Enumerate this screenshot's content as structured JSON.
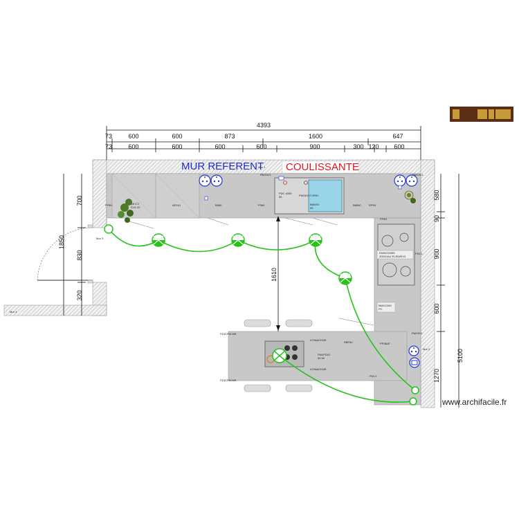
{
  "dimensions": {
    "total": "4393",
    "top_row1": [
      "73",
      "600",
      "600",
      "873",
      "1600",
      "647"
    ],
    "top_row2": [
      "73",
      "600",
      "600",
      "600",
      "600",
      "900",
      "300",
      "120",
      "600"
    ],
    "left": [
      "700",
      "830",
      "320"
    ],
    "left_outer": "1850",
    "right_inner": [
      "580",
      "90",
      "900",
      "600",
      "1270"
    ],
    "right_outer": "5100",
    "middle": "1610"
  },
  "labels": {
    "wall_referent": "MUR REFERENT",
    "sliding": "COULISSANTE",
    "watermark": "www.archifacile.fr"
  },
  "wall_names": {
    "mur1": "Mur 1",
    "mur2": "Mur 2",
    "mur3": "Mur 3",
    "mur4": "Mur 4"
  },
  "cabinet_codes": {
    "f1": "FP5H",
    "f2": "AE172",
    "f2b": "ELK-10",
    "f3": "AE110",
    "f4": "B560",
    "f5": "P360",
    "f6": "PDC 4055",
    "f6b": "50",
    "f7": "PMOD/VT-RRH",
    "f8": "B60/90",
    "f8b": "05",
    "f9": "B6830",
    "f10": "RP50",
    "f11": "RM15C1",
    "f12": "FP5H",
    "f13": "E605/G2055",
    "f13b": "2DD/UAU ELEM/EV3",
    "f14": "PDC1",
    "f15": "B60/CG60",
    "f15b": "PC",
    "f16": "RM15C1",
    "i1": "P15CP5CNR",
    "i2": "ICSNACKNR",
    "i3": "RBF60",
    "i4": "PP5BAT",
    "i5": "P60/PD01",
    "i5b": "50.90",
    "i6": "ICSNACKNR",
    "i7": "PDC1",
    "i8": "P15CP5CNR",
    "b1": "RM15C1"
  },
  "icons": {
    "outlet": "double-socket-icon",
    "light": "ceiling-light-icon",
    "plant": "plant-icon",
    "legend": "legend-tag-icon"
  },
  "colors": {
    "counter": "#c8c8c8",
    "circuit": "#27c21a",
    "outlet": "#2036d0",
    "sink": "#9ad4e8",
    "legend_bg": "#5a2e14"
  }
}
